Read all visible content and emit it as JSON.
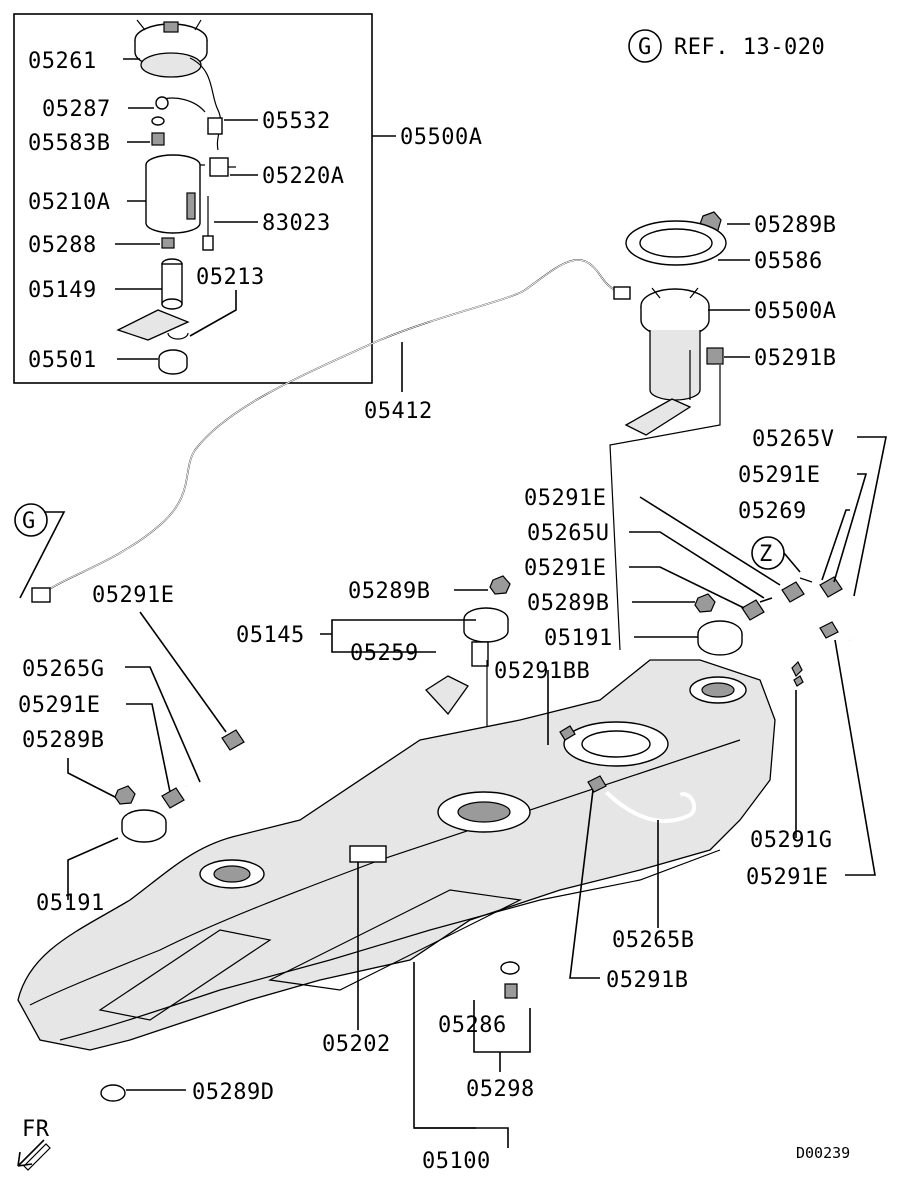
{
  "diagram": {
    "drawing_id": "D00239",
    "reference": {
      "marker": "G",
      "text": "REF. 13-020"
    },
    "direction": {
      "text": "FR"
    },
    "callouts": {
      "c05261": "05261",
      "c05287": "05287",
      "c05583B": "05583B",
      "c05532": "05532",
      "c05500A_inset": "05500A",
      "c05220A": "05220A",
      "c05210A": "05210A",
      "c83023": "83023",
      "c05288": "05288",
      "c05149": "05149",
      "c05213": "05213",
      "c05501": "05501",
      "c05289B_top": "05289B",
      "c05586": "05586",
      "c05500A_main": "05500A",
      "c05291B_top": "05291B",
      "c05412": "05412",
      "c05265V": "05265V",
      "c05291E_r1": "05291E",
      "c05269": "05269",
      "c05291E_mid1": "05291E",
      "c05265U": "05265U",
      "c05291E_mid2": "05291E",
      "c05289B_mid": "05289B",
      "c05191_right": "05191",
      "c05291E_left": "05291E",
      "c05289B_center": "05289B",
      "c05145": "05145",
      "c05259": "05259",
      "c05291BB": "05291BB",
      "c05265G": "05265G",
      "c05291E_left2": "05291E",
      "c05289B_left": "05289B",
      "c05191_left": "05191",
      "c05291G": "05291G",
      "c05291E_r2": "05291E",
      "c05265B": "05265B",
      "c05291B_bottom": "05291B",
      "c05286": "05286",
      "c05202": "05202",
      "c05298": "05298",
      "c05289D": "05289D",
      "c05100": "05100"
    },
    "markers": {
      "g_marker": "G",
      "z_marker": "Z"
    }
  }
}
